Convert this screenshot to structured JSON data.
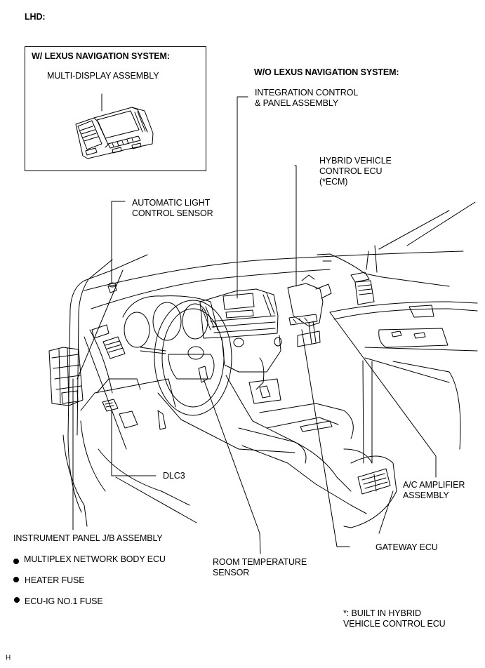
{
  "diagram": {
    "heading": "LHD:",
    "inset": {
      "title": "W/ LEXUS NAVIGATION SYSTEM:",
      "component_label": "MULTI-DISPLAY ASSEMBLY"
    },
    "main_section_title": "W/O LEXUS NAVIGATION SYSTEM:",
    "callouts": {
      "integration_control": "INTEGRATION CONTROL\n& PANEL ASSEMBLY",
      "hybrid_vehicle_ecu": "HYBRID VEHICLE\nCONTROL ECU\n(*ECM)",
      "auto_light_sensor": "AUTOMATIC LIGHT\nCONTROL SENSOR",
      "dlc3": "DLC3",
      "ac_amplifier": "A/C AMPLIFIER\nASSEMBLY",
      "gateway_ecu": "GATEWAY ECU",
      "room_temp_sensor": "ROOM TEMPERATURE\nSENSOR",
      "instrument_panel_jb": "INSTRUMENT PANEL J/B ASSEMBLY"
    },
    "jb_contents": [
      "MULTIPLEX NETWORK BODY ECU",
      "HEATER FUSE",
      "ECU-IG NO.1 FUSE"
    ],
    "footnote": "*: BUILT IN HYBRID\nVEHICLE CONTROL ECU",
    "corner_code": "H"
  }
}
